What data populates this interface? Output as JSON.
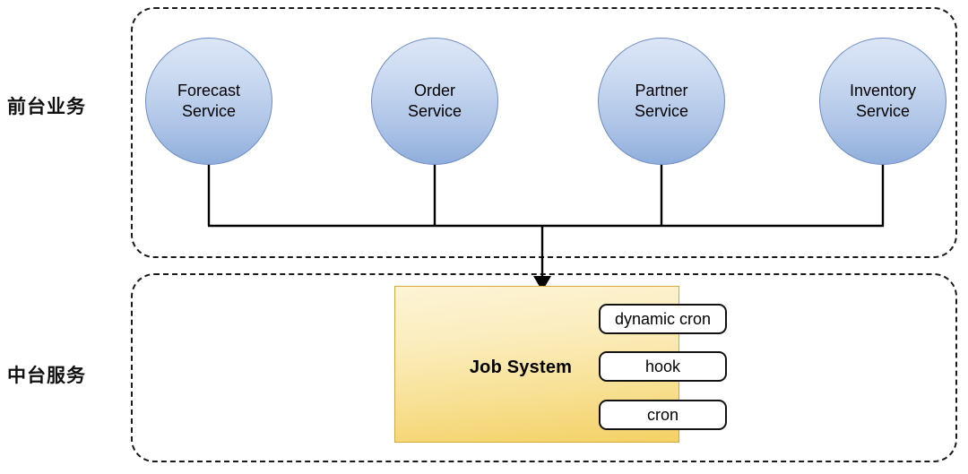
{
  "diagram": {
    "background_color": "#ffffff",
    "rows": [
      {
        "id": "frontstage",
        "label": "前台业务"
      },
      {
        "id": "midstage",
        "label": "中台服务"
      }
    ],
    "services": [
      {
        "id": "forecast",
        "label": "Forecast\nService"
      },
      {
        "id": "order",
        "label": "Order\nService"
      },
      {
        "id": "partner",
        "label": "Partner\nService"
      },
      {
        "id": "inventory",
        "label": "Inventory\nService"
      }
    ],
    "job_system": {
      "title": "Job System",
      "fill_top_color": "#FDF4D6",
      "fill_bottom_color": "#F3D165",
      "border_color": "#D6A93C",
      "capabilities": [
        {
          "id": "dynamic-cron",
          "label": "dynamic cron"
        },
        {
          "id": "hook",
          "label": "hook"
        },
        {
          "id": "cron",
          "label": "cron"
        }
      ]
    },
    "styles": {
      "circle_top_color": "#DCE6F6",
      "circle_bottom_color": "#8FAEDC",
      "circle_border_color": "#6E8CC4",
      "connector_color": "#000000",
      "zone_border_color": "#1a1a1a"
    }
  }
}
